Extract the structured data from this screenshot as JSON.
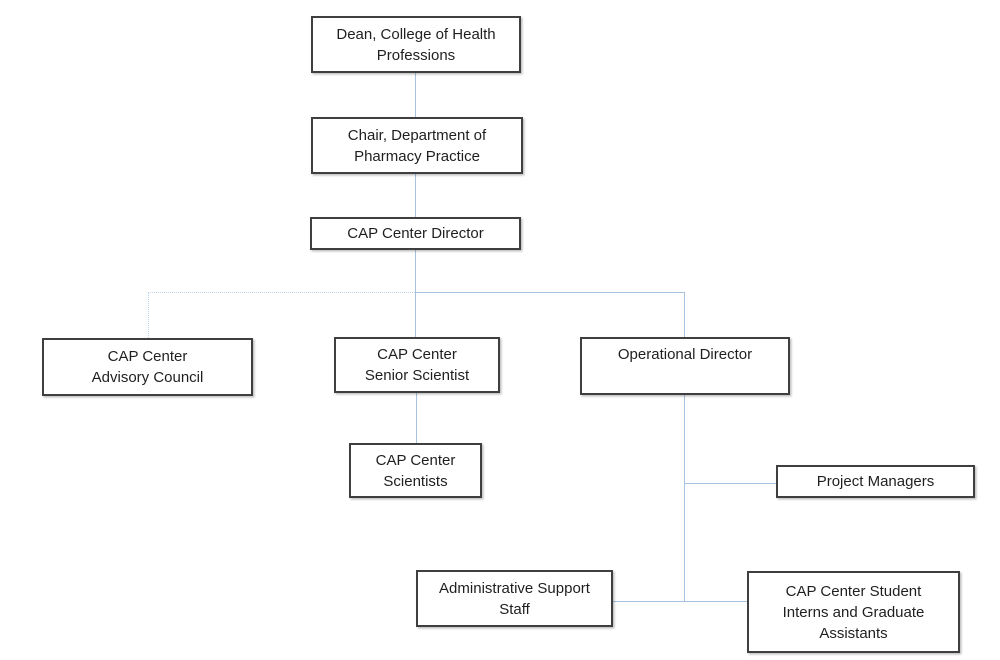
{
  "colors": {
    "connector": "#a8c2e1",
    "connector_dotted": "#b9d3ec",
    "box_border": "#3f3f3f",
    "text": "#1f1f1f",
    "background": "#ffffff"
  },
  "nodes": {
    "dean": {
      "label": "Dean, College of Health\nProfessions"
    },
    "chair": {
      "label": "Chair, Department of\nPharmacy Practice"
    },
    "director": {
      "label": "CAP Center Director"
    },
    "advisory": {
      "label": "CAP Center\nAdvisory Council"
    },
    "senior": {
      "label": "CAP Center\nSenior Scientist"
    },
    "operational": {
      "label": "Operational Director"
    },
    "scientists": {
      "label": "CAP Center\nScientists"
    },
    "project": {
      "label": "Project Managers"
    },
    "admin": {
      "label": "Administrative Support\nStaff"
    },
    "student": {
      "label": "CAP Center Student\nInterns and Graduate\nAssistants"
    }
  },
  "edges": [
    {
      "from": "dean",
      "to": "chair",
      "style": "solid"
    },
    {
      "from": "chair",
      "to": "director",
      "style": "solid"
    },
    {
      "from": "director",
      "to": "advisory",
      "style": "dotted"
    },
    {
      "from": "director",
      "to": "senior",
      "style": "solid"
    },
    {
      "from": "director",
      "to": "operational",
      "style": "solid"
    },
    {
      "from": "senior",
      "to": "scientists",
      "style": "solid"
    },
    {
      "from": "operational",
      "to": "project",
      "style": "solid"
    },
    {
      "from": "operational",
      "to": "admin",
      "style": "solid"
    },
    {
      "from": "operational",
      "to": "student",
      "style": "solid"
    }
  ]
}
